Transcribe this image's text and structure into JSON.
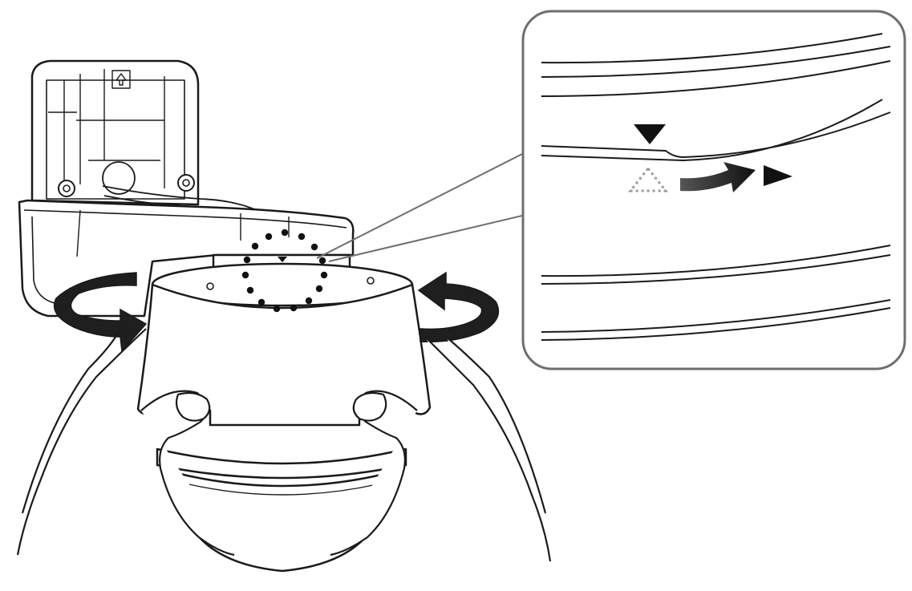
{
  "figure": {
    "kind": "installation-illustration",
    "steps": [
      "align-triangle-marks",
      "rotate-camera-to-lock"
    ],
    "icons": {
      "rotation_left": "curved-arrow-clockwise-icon",
      "rotation_right": "curved-arrow-counterclockwise-icon",
      "slide": "slide-arrow-icon",
      "mark_fixed": "triangle-down-marker-icon",
      "mark_start": "dotted-triangle-up-marker-icon",
      "mark_end": "triangle-right-marker-icon"
    },
    "colors": {
      "line": "#1a1a1a",
      "arrow": "#2b2b2b",
      "panel_border": "#6e6e6e",
      "dotted_marker": "#9a9a9a",
      "background": "#ffffff"
    }
  }
}
